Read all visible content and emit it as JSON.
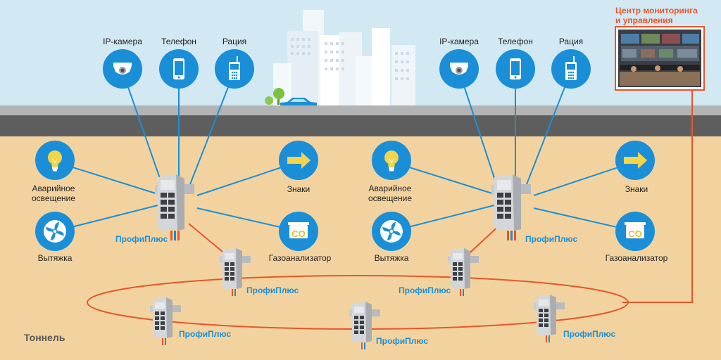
{
  "labels": {
    "ip_camera": "IP-камера",
    "phone": "Телефон",
    "radio": "Рация",
    "emergency_light": "Аварийное\nосвещение",
    "signs": "Знаки",
    "ventilation": "Вытяжка",
    "gas_analyzer": "Газоанализатор",
    "switch_name": "ПрофиПлюс",
    "co_text": "CO",
    "monitoring_center": "Центр мониторинга\nи управления",
    "tunnel": "Тоннель"
  },
  "colors": {
    "sky": "#d2e9f3",
    "road": "#5e5e5e",
    "ground": "#f2d3a0",
    "icon_circle": "#1a8fd8",
    "device_link": "#1a8fd8",
    "ring_link": "#e8562a",
    "switch_label": "#1a8fd8",
    "monitor_label": "#e8562a"
  },
  "icons": {
    "ip_camera": "ip-camera-icon",
    "phone": "phone-icon",
    "radio": "radio-icon",
    "emergency_light": "lightbulb-icon",
    "signs": "arrow-sign-icon",
    "ventilation": "fan-icon",
    "gas_analyzer": "co-sensor-icon"
  }
}
